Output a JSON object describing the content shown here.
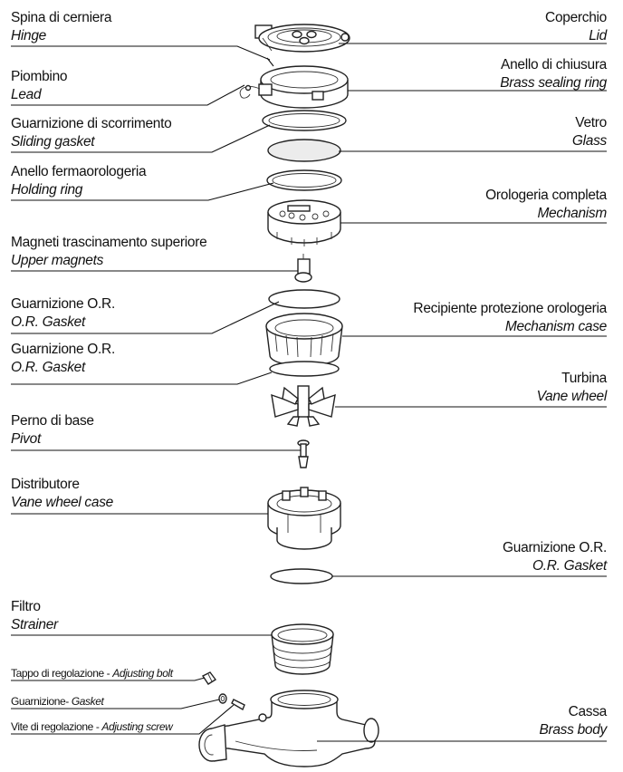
{
  "labels": {
    "hinge": {
      "it": "Spina di cerniera",
      "en": "Hinge"
    },
    "lead": {
      "it": "Piombino",
      "en": "Lead"
    },
    "sliding_gasket": {
      "it": "Guarnizione di scorrimento",
      "en": "Sliding gasket"
    },
    "holding_ring": {
      "it": "Anello fermaorologeria",
      "en": "Holding ring"
    },
    "upper_magnets": {
      "it": "Magneti trascinamento superiore",
      "en": "Upper magnets"
    },
    "or_gasket_1": {
      "it": "Guarnizione O.R.",
      "en": "O.R. Gasket"
    },
    "or_gasket_2": {
      "it": "Guarnizione O.R.",
      "en": "O.R. Gasket"
    },
    "pivot": {
      "it": "Perno di base",
      "en": "Pivot"
    },
    "vane_wheel_case": {
      "it": "Distributore",
      "en": "Vane wheel case"
    },
    "strainer": {
      "it": "Filtro",
      "en": "Strainer"
    },
    "adjusting_bolt": {
      "it": "Tappo di regolazione - ",
      "en": "Adjusting bolt"
    },
    "gasket_small": {
      "it": "Guarnizione- ",
      "en": "Gasket"
    },
    "adjusting_screw": {
      "it": "Vite di regolazione - ",
      "en": "Adjusting screw"
    },
    "lid": {
      "it": "Coperchio",
      "en": "Lid"
    },
    "brass_sealing_ring": {
      "it": "Anello di chiusura",
      "en": "Brass sealing ring"
    },
    "glass": {
      "it": "Vetro",
      "en": "Glass"
    },
    "mechanism": {
      "it": "Orologeria completa",
      "en": "Mechanism"
    },
    "mechanism_case": {
      "it": "Recipiente protezione orologeria",
      "en": "Mechanism case"
    },
    "vane_wheel": {
      "it": "Turbina",
      "en": "Vane wheel"
    },
    "or_gasket_3": {
      "it": "Guarnizione O.R.",
      "en": "O.R. Gasket"
    },
    "brass_body": {
      "it": "Cassa",
      "en": "Brass body"
    }
  }
}
